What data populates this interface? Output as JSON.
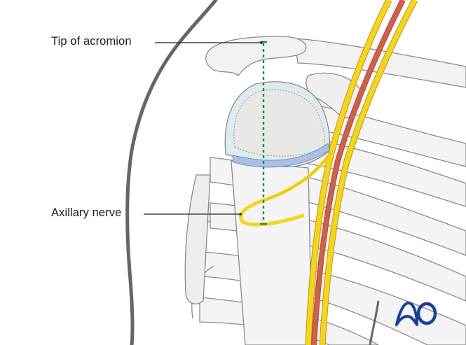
{
  "figure": {
    "type": "anatomical illustration",
    "view": "anterior right shoulder"
  },
  "labels": {
    "tip_of_acromion": "Tip of acromion",
    "axillary_nerve": "Axillary nerve"
  },
  "measurement": {
    "style": "dashed vertical line",
    "color": "#1a8a4a"
  },
  "colors": {
    "nerve": "#f5d51e",
    "nerve_outline": "#b69a10",
    "artery": "#d0604a",
    "bone_fill": "#f2f2f2",
    "bone_outline": "#8a8a8a",
    "cartilage": "#dde9ea",
    "physis_band": "#a9bfe6",
    "skin_outline": "#666666",
    "logo": "#1b3f9b"
  },
  "logo": {
    "text": "AO"
  }
}
